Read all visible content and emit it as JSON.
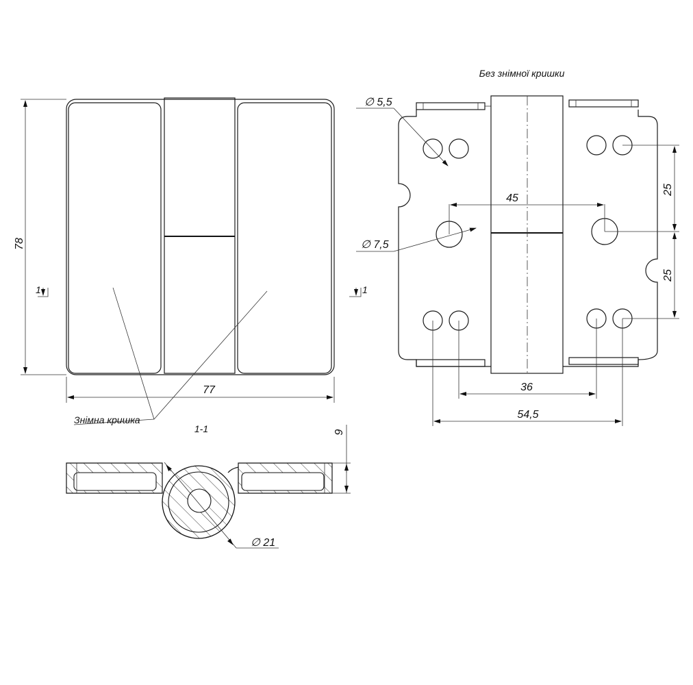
{
  "front_view": {
    "dim_height": "78",
    "dim_width": "77",
    "section_mark_left": "1",
    "section_mark_right": "1",
    "cover_label": "Знімна кришка"
  },
  "rear_view": {
    "title": "Без знімної кришки",
    "dim_small_hole": "∅ 5,5",
    "dim_large_hole": "∅ 7,5",
    "dim_large_hole_spacing": "45",
    "dim_vertical_upper": "25",
    "dim_vertical_lower": "25",
    "dim_inner_hole_spacing": "36",
    "dim_outer_hole_spacing": "54,5"
  },
  "section_view": {
    "title": "1-1",
    "dim_thickness": "9",
    "dim_knuckle_diameter": "∅ 21"
  }
}
